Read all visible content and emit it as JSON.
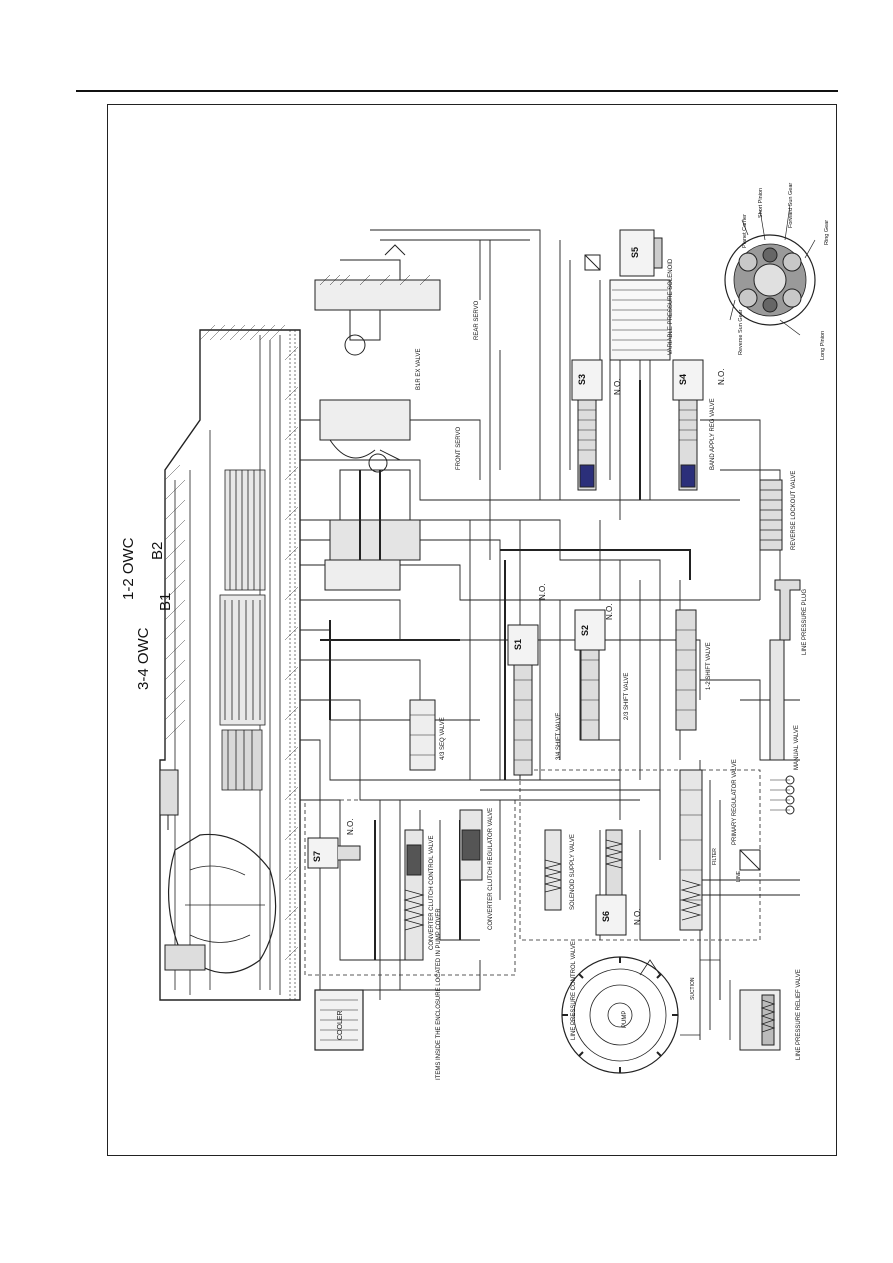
{
  "diagram": {
    "labels": {
      "owc_34": "3-4 OWC",
      "owc_12": "1-2 OWC",
      "b1": "B1",
      "b2": "B2",
      "rear_servo": "REAR SERVO",
      "front_servo": "FRONT SERVO",
      "b1r_ex_valve": "B1R EX VALVE",
      "vps": "VARIABLE PRESSURE SOLENOID",
      "s5": "S5",
      "s3": "S3",
      "s4": "S4",
      "s1": "S1",
      "s2": "S2",
      "s6": "S6",
      "s7": "S7",
      "no": "N.O.",
      "band_apply": "BAND APPLY REG VALVE",
      "reverse_lockout": "REVERSE LOCKOUT VALVE",
      "line_pressure_plug": "LINE PRESSURE PLUG",
      "manual_valve": "MANUAL VALVE",
      "primary_reg": "PRIMARY REGULATOR VALVE",
      "line_pressure_relief": "LINE PRESSURE RELIEF VALVE",
      "line_pressure_control": "LINE PRESSURE CONTROL VALVE",
      "solenoid_supply": "SOLENOID SUPPLY VALVE",
      "converter_clutch_reg": "CONVERTER CLUTCH REGULATOR VALVE",
      "converter_clutch_ctrl": "CONVERTER CLUTCH CONTROL VALVE",
      "items_inside": "ITEMS INSIDE THE ENCLOSURE LOCATED IN PUMP COVER",
      "cooler": "COOLER",
      "shift_12": "1-2 SHIFT VALVE",
      "shift_23": "2/3 SHIFT VALVE",
      "shift_34": "3/4 SHIFT VALVE",
      "seq_43": "4/3 SEQ VALVE",
      "pump": "PUMP",
      "filter": "FILTER",
      "suction": "SUCTION",
      "line": "LINE",
      "planet_carrier": "Planet Carrier",
      "short_pinion": "Short Pinion",
      "forward_sun_gear": "Forward Sun Gear",
      "ring_gear": "Ring Gear",
      "reverse_sun_gear": "Reverse Sun Gear",
      "long_pinion": "Long Pinion"
    }
  }
}
